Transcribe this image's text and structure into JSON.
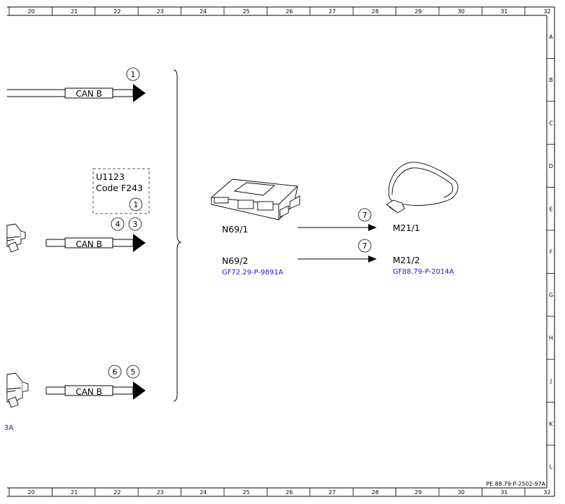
{
  "ruler": {
    "columns": [
      "20",
      "21",
      "22",
      "23",
      "24",
      "25",
      "26",
      "27",
      "28",
      "29",
      "30",
      "31",
      "32"
    ],
    "rows": [
      "A",
      "B",
      "C",
      "D",
      "E",
      "F",
      "G",
      "H",
      "J",
      "K",
      "L"
    ]
  },
  "doc_ref": "PE 88.79-P-2502-97A",
  "left_fragment": "3A",
  "can_buses": [
    {
      "label": "CAN B",
      "callouts": [
        "1"
      ]
    },
    {
      "label": "CAN B",
      "callouts": [
        "4",
        "3"
      ]
    },
    {
      "label": "CAN B",
      "callouts": [
        "6",
        "5"
      ]
    }
  ],
  "fault": {
    "line1": "U1123",
    "line2": "Code F243",
    "callout": "1"
  },
  "components": {
    "n69_1": "N69/1",
    "n69_2": "N69/2",
    "n69_ref": "GF72.29-P-9891A",
    "m21_1": "M21/1",
    "m21_2": "M21/2",
    "m21_ref": "GF88.79-P-2014A"
  },
  "signals": [
    {
      "callout": "7"
    },
    {
      "callout": "7"
    }
  ],
  "colors": {
    "line": "#000000",
    "ref_link": "#1a1acc",
    "frame": "#000000"
  }
}
